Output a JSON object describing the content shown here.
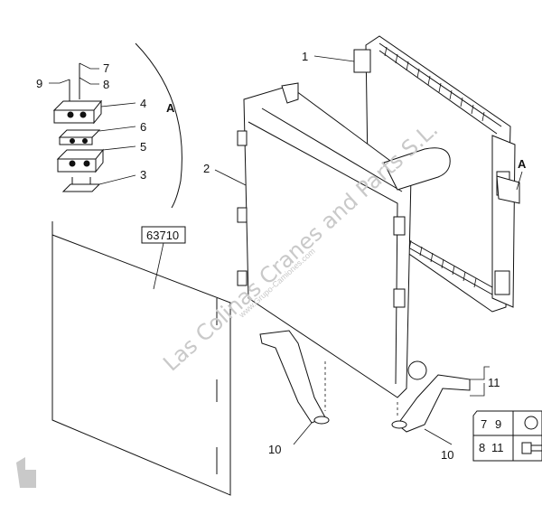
{
  "callouts": {
    "c1": "1",
    "c2": "2",
    "c3": "3",
    "c4": "4",
    "c5": "5",
    "c6": "6",
    "c7": "7",
    "c8": "8",
    "c9": "9",
    "c10a": "10",
    "c10b": "10",
    "c11": "11",
    "detail_a_left": "A",
    "detail_a_right": "A"
  },
  "ref_box": "63710",
  "watermark": {
    "main": "Las Colinas Cranes and Parts S.L.",
    "url": "www.Grupo-Camiones.com"
  },
  "fastener_table": {
    "rows": [
      {
        "left": "7",
        "right": "9"
      },
      {
        "left": "8",
        "right": "11"
      }
    ]
  }
}
